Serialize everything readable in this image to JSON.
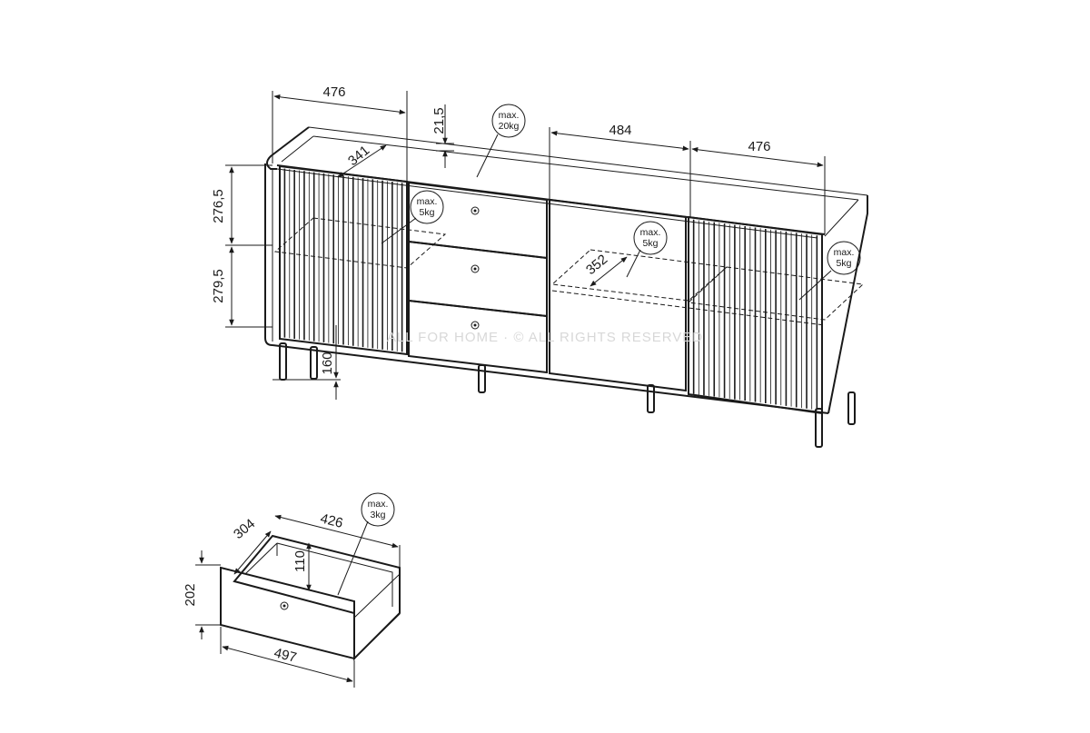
{
  "dimensions": {
    "left_door_width": "476",
    "top_thickness": "21,5",
    "middle_section_width": "484",
    "right_door_width": "476",
    "left_shelf_depth": "341",
    "upper_height": "276,5",
    "lower_height": "279,5",
    "leg_height": "160",
    "right_shelf_depth": "352",
    "drawer_depth": "304",
    "drawer_inner_width": "426",
    "drawer_inner_height": "110",
    "drawer_front_height": "202",
    "drawer_front_width": "497"
  },
  "badges": {
    "top_load": [
      "max.",
      "20kg"
    ],
    "left_shelf_load": [
      "max.",
      "5kg"
    ],
    "middle_shelf_load": [
      "max.",
      "5kg"
    ],
    "right_shelf_load": [
      "max.",
      "5kg"
    ],
    "drawer_load": [
      "max.",
      "3kg"
    ]
  },
  "watermark": "ALL FOR HOME · © ALL RIGHTS RESERVED"
}
